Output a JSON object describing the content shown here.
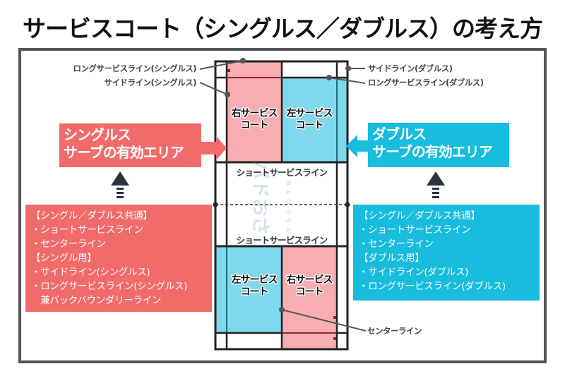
{
  "title": "サービスコート（シングルス／ダブルス）の考え方",
  "colors": {
    "singles": "#F26B6B",
    "doubles": "#18BCDD",
    "singles_court_fill": "#F8AEB0",
    "doubles_court_fill": "#7FD9EC",
    "frame": "#555555",
    "arrow_dark": "#2B3240"
  },
  "court_labels": {
    "long_service_singles": "ロングサービスライン(シングルス)",
    "side_singles": "サイドライン(シングルス)",
    "side_doubles": "サイドライン(ダブルス)",
    "long_service_doubles": "ロングサービスライン(ダブルス)",
    "center_line": "センターライン"
  },
  "court": {
    "top_right_court": [
      "右サービス",
      "コート"
    ],
    "top_left_court": [
      "左サービス",
      "コート"
    ],
    "bottom_left_court": [
      "左サービス",
      "コート"
    ],
    "bottom_right_court": [
      "右サービス",
      "コート"
    ],
    "short_service_top": "ショートサービスライン",
    "short_service_bottom": "ショートサービスライン",
    "watermark_jp": "バドおさ",
    "watermark_en": "BADOSA"
  },
  "singles_panel": {
    "heading": [
      "シングルス",
      "サーブの有効エリア"
    ],
    "info": [
      "【シングル／ダブルス共通】",
      "・ショートサービスライン",
      "・センターライン",
      "【シングル用】",
      "・サイドライン(シングルス)",
      "・ロングサービスライン(シングルス)",
      "　兼バックバウンダリーライン"
    ]
  },
  "doubles_panel": {
    "heading": [
      "ダブルス",
      "サーブの有効エリア"
    ],
    "info": [
      "【シングル／ダブルス共通】",
      "・ショートサービスライン",
      "・センターライン",
      "【ダブルス用】",
      "・サイドライン(ダブルス)",
      "・ロングサービスライン(ダブルス)"
    ]
  }
}
